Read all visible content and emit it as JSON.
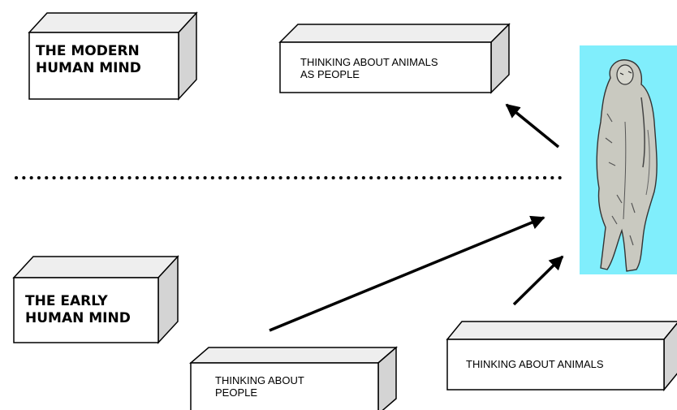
{
  "boxes": {
    "modern_mind": {
      "text": "THE MODERN\nHUMAN MIND"
    },
    "early_mind": {
      "text": "THE EARLY\nHUMAN MIND"
    },
    "animals_as_people": {
      "text": "THINKING ABOUT ANIMALS\nAS PEOPLE"
    },
    "thinking_people": {
      "text": "THINKING ABOUT\nPEOPLE"
    },
    "thinking_animals": {
      "text": "THINKING ABOUT ANIMALS"
    }
  },
  "figure": {
    "icon": "lion-man-figurine",
    "background_color": "#80eefc"
  },
  "colors": {
    "stroke": "#000000",
    "box_side": "#d4d4d4",
    "box_top": "#eeeeee",
    "divider": "#000000"
  }
}
